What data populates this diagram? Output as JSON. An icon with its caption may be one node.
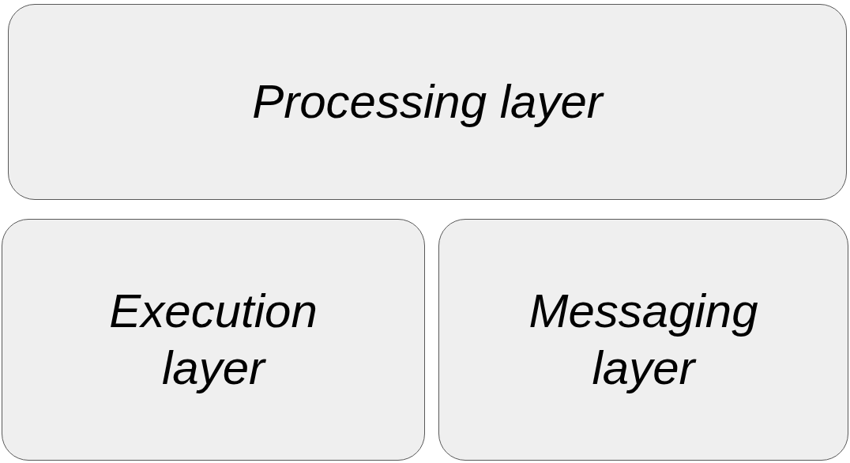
{
  "diagram": {
    "nodes": [
      {
        "text": [
          "Processing layer"
        ]
      },
      {
        "text": [
          "Execution layer"
        ]
      },
      {
        "text": [
          "Messaging layer"
        ]
      }
    ]
  }
}
